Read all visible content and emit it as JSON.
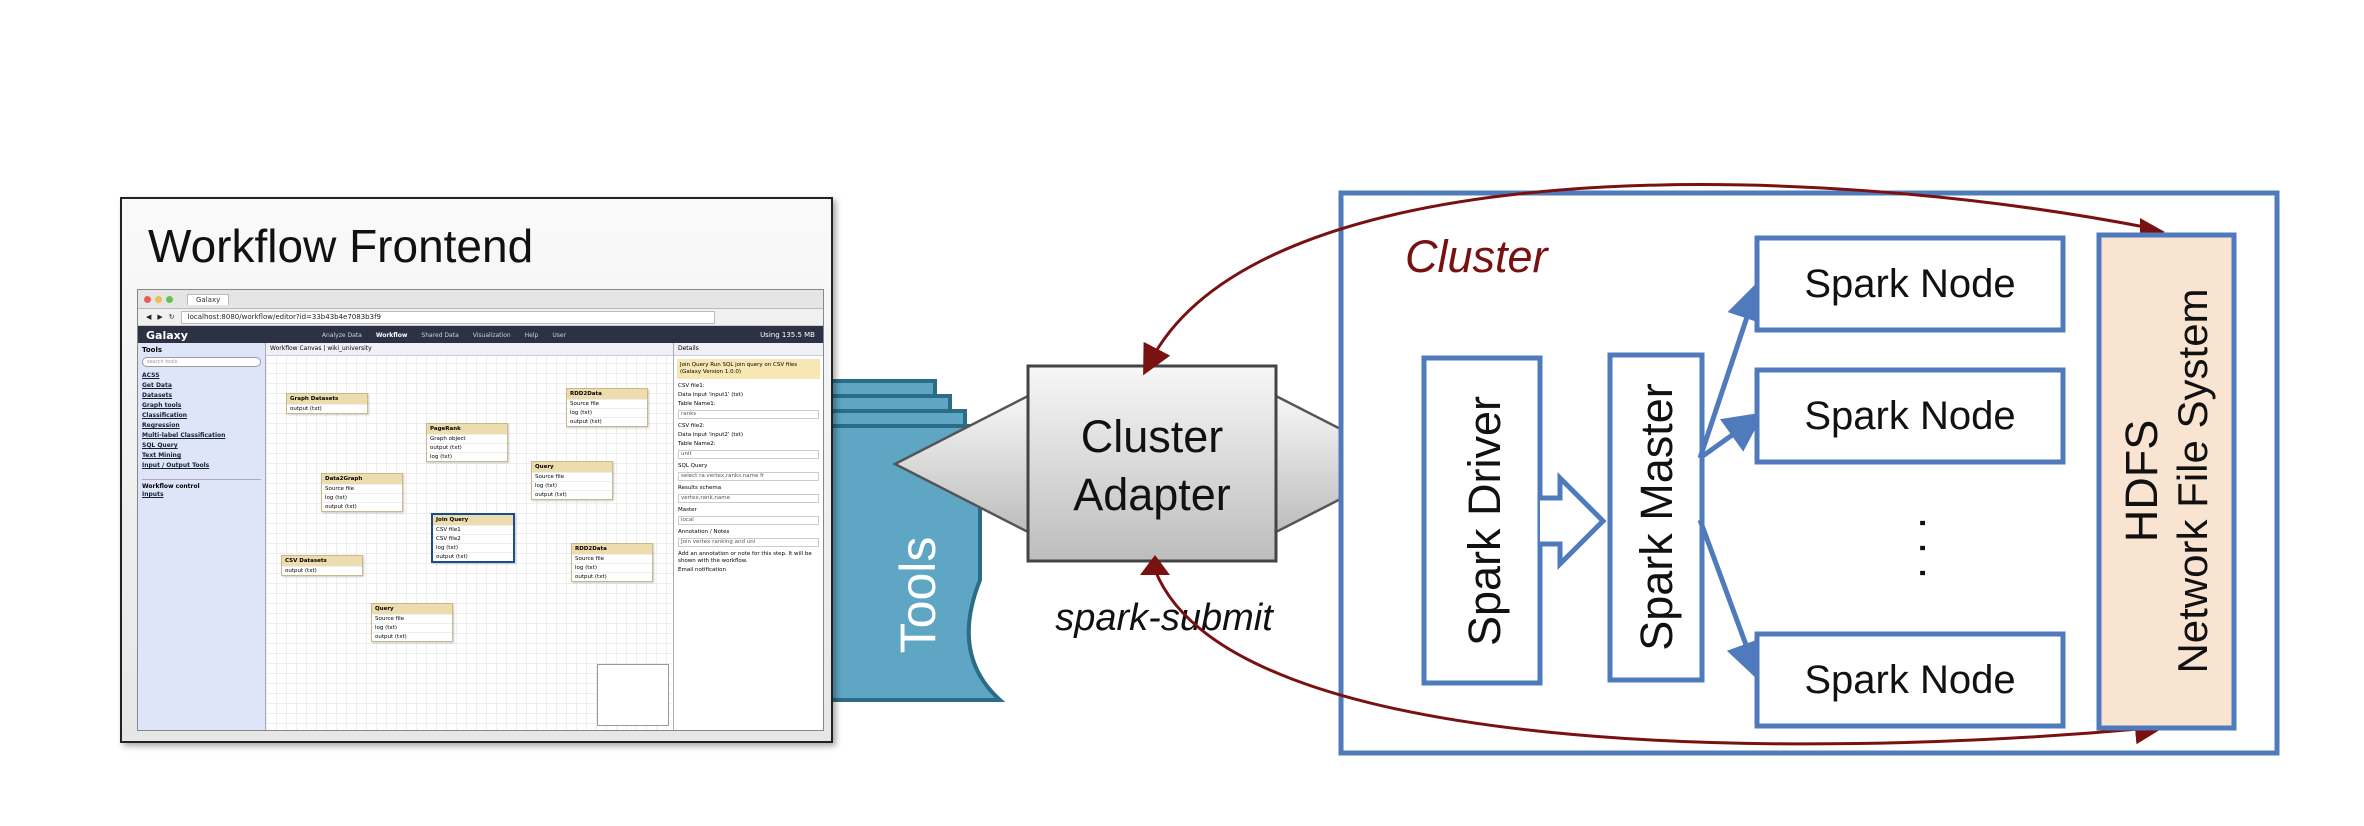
{
  "frontend": {
    "title": "Workflow Frontend",
    "browser": {
      "tab_title": "Galaxy",
      "url": "localhost:8080/workflow/editor?id=33b43b4e7083b3f9",
      "app_name": "Galaxy",
      "menu": [
        "Analyze Data",
        "Workflow",
        "Shared Data",
        "Visualization",
        "Help",
        "User"
      ],
      "usage": "Using 135.5 MB",
      "tools_header": "Tools",
      "search_placeholder": "search tools",
      "tool_items": [
        "ACSS",
        "Get Data",
        "Datasets",
        "Graph tools",
        "Classification",
        "Regression",
        "Multi-label Classification",
        "SQL Query",
        "Text Mining",
        "Input / Output Tools"
      ],
      "workflow_control": "Workflow control",
      "inputs": "Inputs",
      "canvas_header": "Workflow Canvas | wiki_university",
      "details_header": "Details",
      "details": {
        "highlight": "Join Query Run SQL join query on CSV files (Galaxy Version 1.0.0)",
        "fields": [
          {
            "label": "CSV file1:",
            "value": "Data input 'input1' (txt)"
          },
          {
            "label": "Table Name1:",
            "value": "ranks"
          },
          {
            "label": "CSV file2:",
            "value": "Data input 'input2' (txt)"
          },
          {
            "label": "Table Name2:",
            "value": "unit"
          },
          {
            "label": "SQL Query",
            "value": "select ra.vertex,ranks.name fr"
          },
          {
            "label": "Results schema",
            "value": "vertex,rank,name"
          },
          {
            "label": "Master",
            "value": "local"
          }
        ],
        "annotation_label": "Annotation / Notes",
        "annotation_value": "Join vertex ranking and uni",
        "footer": "Add an annotation or note for this step. It will be shown with the workflow.",
        "email": "Email notification"
      },
      "nodes": [
        {
          "title": "Graph Datasets",
          "rows": [
            "output (txt)"
          ]
        },
        {
          "title": "PageRank",
          "rows": [
            "Graph object",
            "output (txt)",
            "log (txt)"
          ]
        },
        {
          "title": "RDD2Data",
          "rows": [
            "Source file",
            "log (txt)",
            "output (txt)"
          ]
        },
        {
          "title": "Data2Graph",
          "rows": [
            "Source file",
            "log (txt)",
            "output (txt)"
          ]
        },
        {
          "title": "Query",
          "rows": [
            "Source file",
            "log (txt)",
            "output (txt)"
          ]
        },
        {
          "title": "Join Query",
          "rows": [
            "CSV file1",
            "CSV file2",
            "log (txt)",
            "output (txt)"
          ]
        },
        {
          "title": "CSV Datasets",
          "rows": [
            "output (txt)"
          ]
        },
        {
          "title": "RDD2Data",
          "rows": [
            "Source file",
            "log (txt)",
            "output (txt)"
          ]
        },
        {
          "title": "Query",
          "rows": [
            "Source file",
            "log (txt)",
            "output (txt)"
          ]
        }
      ]
    }
  },
  "tools_label": "Tools",
  "adapter": {
    "line1": "Cluster",
    "line2": "Adapter"
  },
  "submit_label": "spark-submit",
  "cluster": {
    "title": "Cluster",
    "driver": "Spark Driver",
    "master": "Spark Master",
    "nodes": [
      "Spark Node",
      "Spark Node",
      "Spark Node"
    ],
    "ellipsis": ". . .",
    "hdfs_line1": "HDFS",
    "hdfs_line2": "Network File System"
  },
  "colors": {
    "blue": "#4f7bbd",
    "tools_fill": "#5ea6c4",
    "tools_stroke": "#2b6c86",
    "hdfs_fill": "#f9e4d2",
    "dark_red": "#7a1111"
  }
}
